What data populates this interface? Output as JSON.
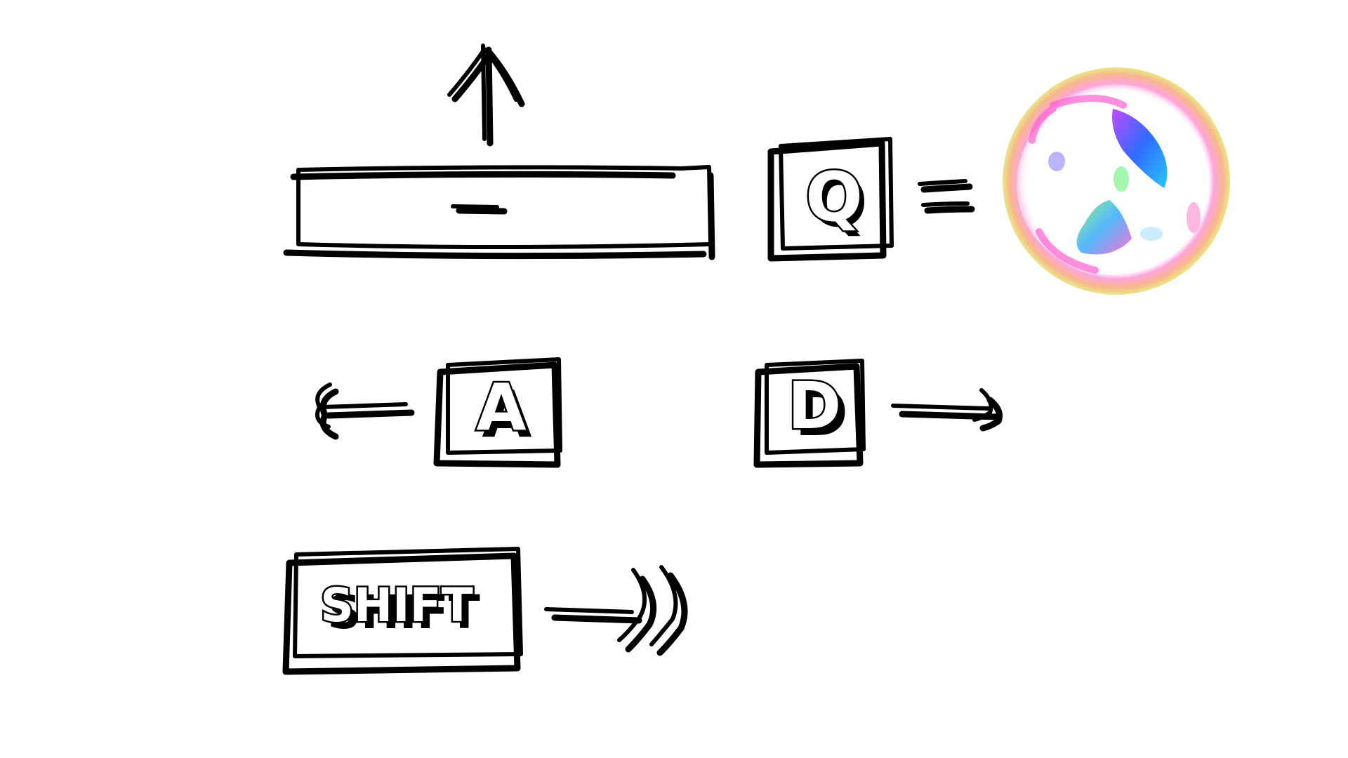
{
  "controls": {
    "jump": {
      "key_label": "",
      "action_icon": "arrow-up-icon"
    },
    "grab": {
      "key_label": "Q",
      "action_icon": "equals-icon",
      "target": "bubble-icon"
    },
    "left": {
      "key_label": "A",
      "action_icon": "arrow-left-icon"
    },
    "right": {
      "key_label": "D",
      "action_icon": "arrow-right-icon"
    },
    "run": {
      "key_label": "SHIFT",
      "action_icon": "double-arrow-right-icon"
    }
  },
  "colors": {
    "ink": "#000000",
    "paper": "#ffffff",
    "bubble_rim": "#f4a6b8",
    "bubble_blue": "#2f6bff",
    "bubble_green": "#7ef07a",
    "bubble_pink": "#ff5fd0"
  }
}
